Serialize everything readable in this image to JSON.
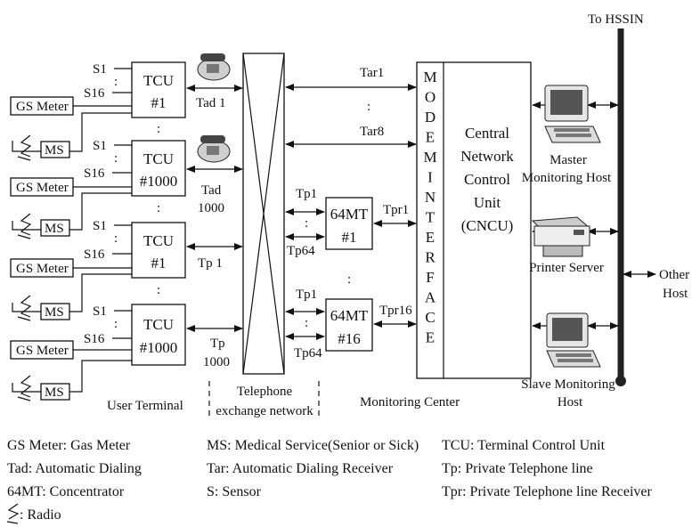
{
  "hssin_label": "To HSSIN",
  "other_host_label": [
    "Other",
    "Host"
  ],
  "user_terminal": {
    "caption": "User Terminal",
    "groups": [
      {
        "tcu": [
          "TCU",
          "#1"
        ],
        "sensor_top": "S1",
        "sensor_bottom": "S16",
        "meter": "GS Meter",
        "ms": "MS",
        "link_label": [
          "Tad 1"
        ]
      },
      {
        "tcu": [
          "TCU",
          "#1000"
        ],
        "sensor_top": "S1",
        "sensor_bottom": "S16",
        "meter": "GS Meter",
        "ms": "MS",
        "link_label": [
          "Tad",
          "1000"
        ]
      },
      {
        "tcu": [
          "TCU",
          "#1"
        ],
        "sensor_top": "S1",
        "sensor_bottom": "S16",
        "meter": "GS Meter",
        "ms": "MS",
        "link_label": [
          "Tp 1"
        ]
      },
      {
        "tcu": [
          "TCU",
          "#1000"
        ],
        "sensor_top": "S1",
        "sensor_bottom": "S16",
        "meter": "GS Meter",
        "ms": "MS",
        "link_label": [
          "Tp",
          "1000"
        ]
      }
    ]
  },
  "telephone_network": {
    "caption": [
      "Telephone",
      "exchange network"
    ]
  },
  "tar_labels": {
    "top": "Tar1",
    "bottom": "Tar8"
  },
  "concentrators": [
    {
      "box": [
        "64MT",
        "#1"
      ],
      "in_top": "Tp1",
      "in_bottom": "Tp64",
      "out": "Tpr1"
    },
    {
      "box": [
        "64MT",
        "#16"
      ],
      "in_top": "Tp1",
      "in_bottom": "Tp64",
      "out": "Tpr16"
    }
  ],
  "modem_interface": "MODEMINTERFACE",
  "cncu": [
    "Central",
    "Network",
    "Control",
    "Unit",
    "(CNCU)"
  ],
  "monitoring_center_caption": "Monitoring Center",
  "hosts": {
    "master": [
      "Master",
      "Monitoring  Host"
    ],
    "printer": "Printer Server",
    "slave": [
      "Slave Monitoring",
      "Host"
    ]
  },
  "legend": [
    {
      "text": "GS Meter: Gas Meter"
    },
    {
      "text": "MS: Medical Service(Senior or Sick)"
    },
    {
      "text": "TCU: Terminal Control Unit"
    },
    {
      "text": "Tad: Automatic Dialing"
    },
    {
      "text": "Tar: Automatic Dialing Receiver"
    },
    {
      "text": "Tp: Private Telephone line"
    },
    {
      "text": "64MT: Concentrator"
    },
    {
      "text": "S: Sensor"
    },
    {
      "text": "Tpr: Private Telephone line Receiver"
    },
    {
      "text": ": Radio",
      "icon": "radio-icon"
    }
  ],
  "colors": {
    "line": "#111111",
    "background": "#ffffff"
  }
}
